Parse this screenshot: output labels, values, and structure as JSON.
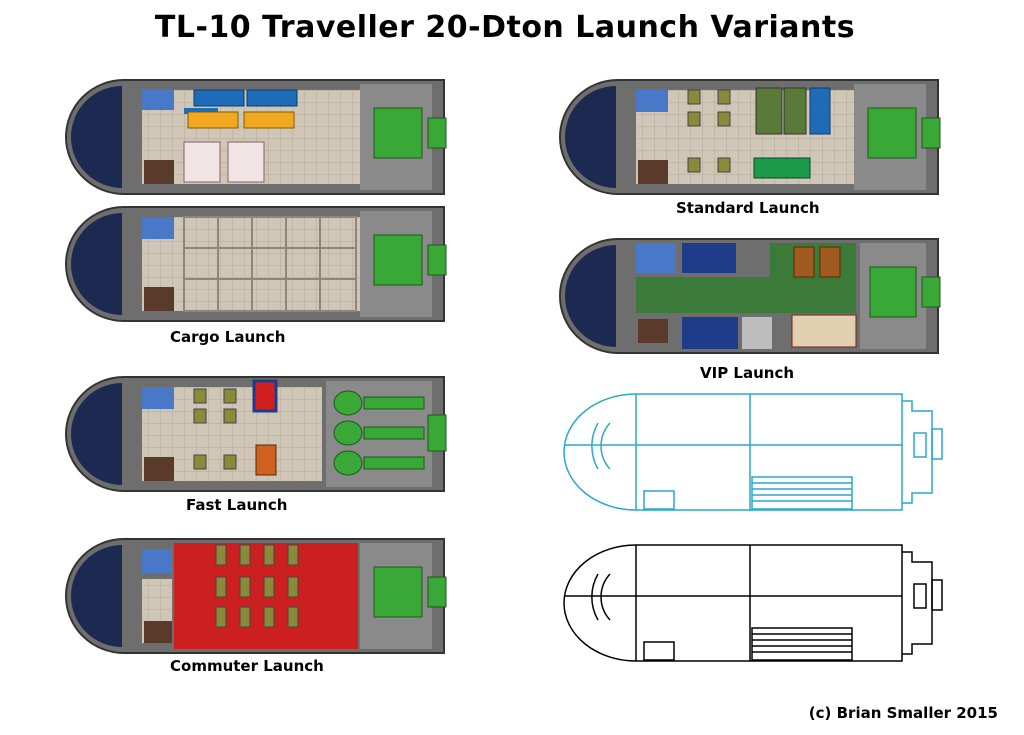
{
  "title": "TL-10 Traveller 20-Dton Launch Variants",
  "variants": {
    "standard": {
      "label": "Standard Launch"
    },
    "cargo": {
      "label": "Cargo Launch"
    },
    "fast": {
      "label": "Fast Launch"
    },
    "commuter": {
      "label": "Commuter Launch"
    },
    "vip": {
      "label": "VIP Launch"
    }
  },
  "credit": "(c) Brian Smaller 2015",
  "colors": {
    "hull": "#6e6e6e",
    "deck": "#cfc6b8",
    "cockpit": "#1c2a52",
    "engine": "#3aa836",
    "commuter_carpet": "#cc1f1f",
    "vip_carpet": "#3c7a3a",
    "blueprint_line": "#29a9c9",
    "lineart": "#000000"
  }
}
